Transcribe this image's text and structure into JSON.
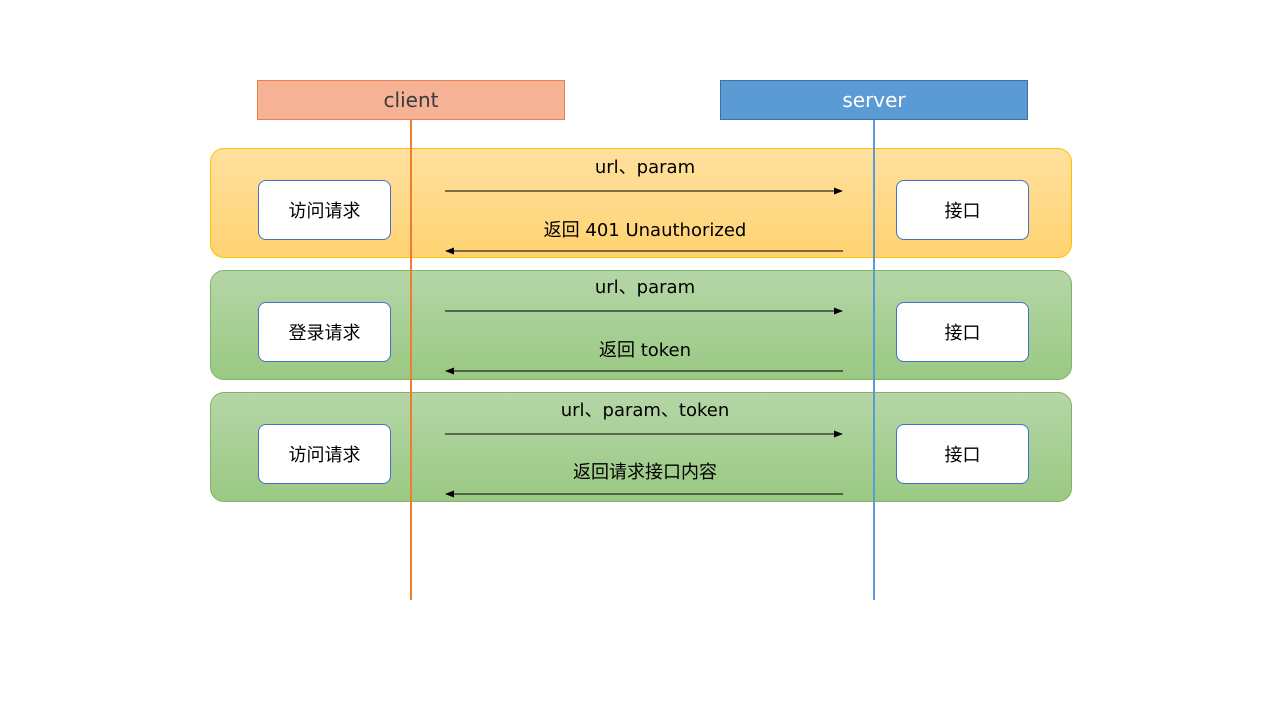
{
  "lanes": {
    "client": {
      "label": "client",
      "color": "#f5b294"
    },
    "server": {
      "label": "server",
      "color": "#5b9bd5"
    }
  },
  "steps": [
    {
      "band_color": "yellow",
      "client_node": "访问请求",
      "server_node": "接口",
      "request_label": "url、param",
      "response_label": "返回 401 Unauthorized"
    },
    {
      "band_color": "green",
      "client_node": "登录请求",
      "server_node": "接口",
      "request_label": "url、param",
      "response_label": "返回 token"
    },
    {
      "band_color": "green",
      "client_node": "访问请求",
      "server_node": "接口",
      "request_label": "url、param、token",
      "response_label": "返回请求接口内容"
    }
  ]
}
